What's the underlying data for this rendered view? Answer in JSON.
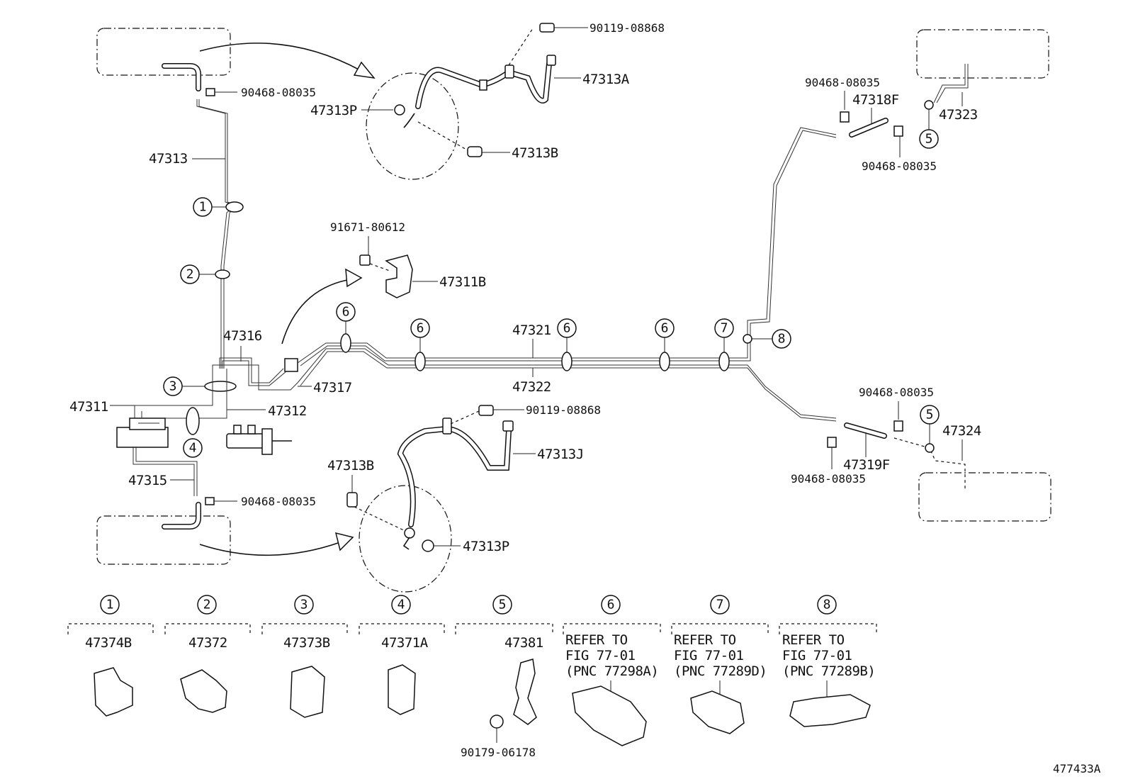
{
  "diagram_id": "477433A",
  "parts": {
    "p47313": "47313",
    "p47313A": "47313A",
    "p47313B_top": "47313B",
    "p47313P_top": "47313P",
    "p90119_top": "90119-08868",
    "p90468_top": "90468-08035",
    "p91671": "91671-80612",
    "p47311B": "47311B",
    "p47316": "47316",
    "p47317": "47317",
    "p47311": "47311",
    "p47312": "47312",
    "p47315": "47315",
    "p90468_mid": "90468-08035",
    "p47321": "47321",
    "p47322": "47322",
    "p90119_bot": "90119-08868",
    "p47313J": "47313J",
    "p47313B_bot": "47313B",
    "p47313P_bot": "47313P",
    "p90468_r1": "90468-08035",
    "p47318F": "47318F",
    "p90468_r2": "90468-08035",
    "p47323": "47323",
    "p90468_r3": "90468-08035",
    "p47324": "47324",
    "p47319F": "47319F",
    "p90468_r4": "90468-08035"
  },
  "markers": [
    "1",
    "2",
    "3",
    "4",
    "5",
    "6",
    "7",
    "8"
  ],
  "legend": [
    {
      "num": "1",
      "part": "47374B"
    },
    {
      "num": "2",
      "part": "47372"
    },
    {
      "num": "3",
      "part": "47373B"
    },
    {
      "num": "4",
      "part": "47371A"
    },
    {
      "num": "5",
      "part": "47381",
      "sub": "90179-06178"
    },
    {
      "num": "6",
      "ref1": "REFER TO",
      "ref2": "FIG 77-01",
      "ref3": "(PNC 77298A)"
    },
    {
      "num": "7",
      "ref1": "REFER TO",
      "ref2": "FIG 77-01",
      "ref3": "(PNC 77289D)"
    },
    {
      "num": "8",
      "ref1": "REFER TO",
      "ref2": "FIG 77-01",
      "ref3": "(PNC 77289B)"
    }
  ]
}
